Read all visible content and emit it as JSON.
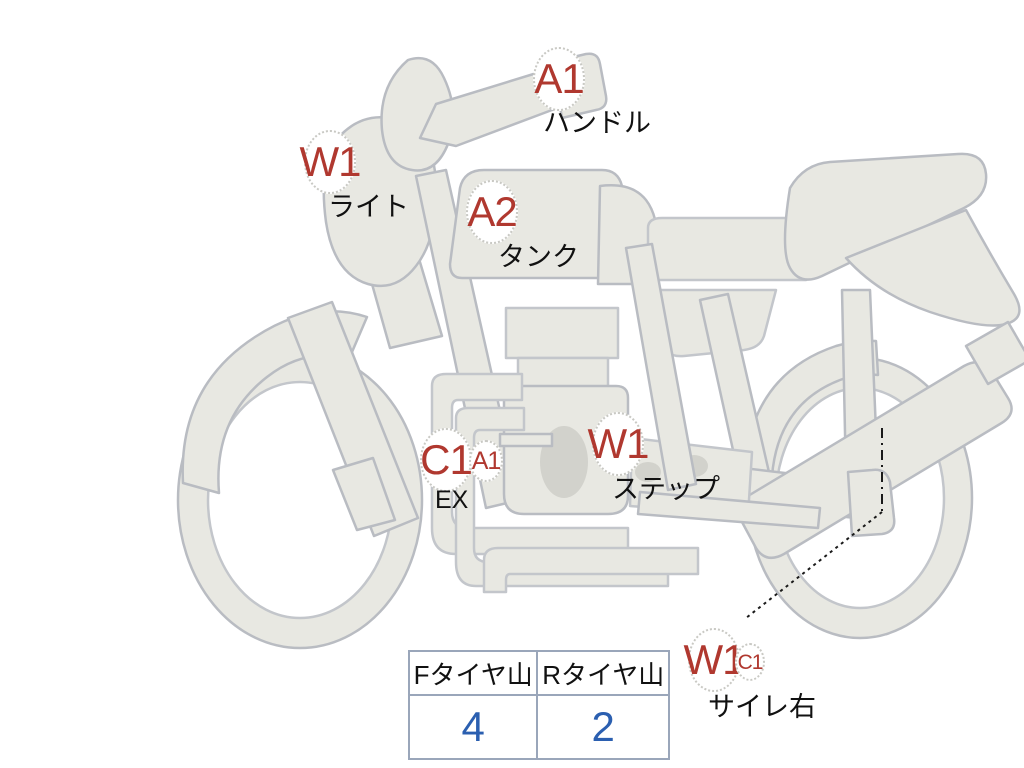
{
  "diagram": {
    "title": "motorcycle-inspection-diagram",
    "subject": "motorcycle side view",
    "colors": {
      "body_fill": "#e8e8e2",
      "body_stroke": "#b9bcc2",
      "marker_text": "#b0382f",
      "marker_border": "#c9c9c4",
      "caption_text": "#111111",
      "table_border": "#9aa6ba",
      "table_value": "#2b5fb0",
      "background": "#ffffff"
    }
  },
  "markers": [
    {
      "id": "handle",
      "code": "A1",
      "caption": "ハンドル",
      "size": "big"
    },
    {
      "id": "light",
      "code": "W1",
      "caption": "ライト",
      "size": "big"
    },
    {
      "id": "tank",
      "code": "A2",
      "caption": "タンク",
      "size": "big"
    },
    {
      "id": "ex",
      "code": "C1",
      "caption": "EX",
      "size": "big"
    },
    {
      "id": "ex-sub",
      "code": "A1",
      "caption": "",
      "size": "small"
    },
    {
      "id": "step",
      "code": "W1",
      "caption": "ステップ",
      "size": "big"
    },
    {
      "id": "silencer",
      "code": "W1",
      "caption": "サイレ右",
      "size": "big"
    },
    {
      "id": "silencer-sub",
      "code": "C1",
      "caption": "",
      "size": "mini"
    }
  ],
  "tyre_table": {
    "headers": [
      "Fタイヤ山",
      "Rタイヤ山"
    ],
    "values": [
      "4",
      "2"
    ]
  }
}
